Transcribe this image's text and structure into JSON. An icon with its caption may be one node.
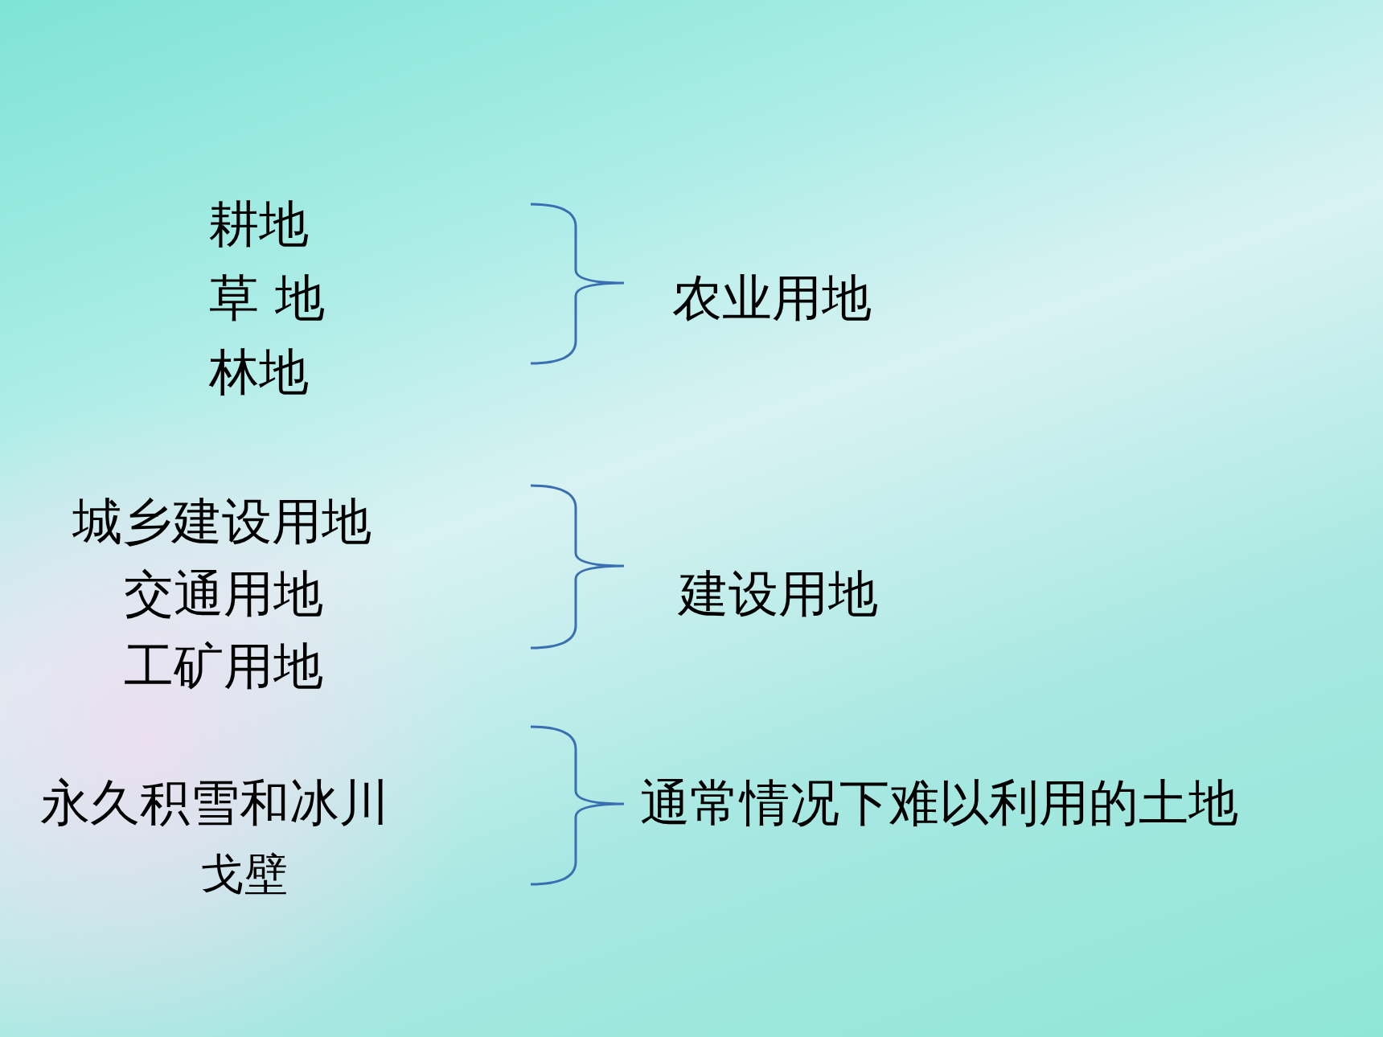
{
  "diagram": {
    "labels": [
      "耕地",
      "草 地",
      "林地",
      "农业用地",
      "城乡建设用地",
      "交通用地",
      "工矿用地",
      "建设用地",
      "永久积雪和冰川",
      "戈壁",
      "通常情况下难以利用的土地"
    ]
  }
}
